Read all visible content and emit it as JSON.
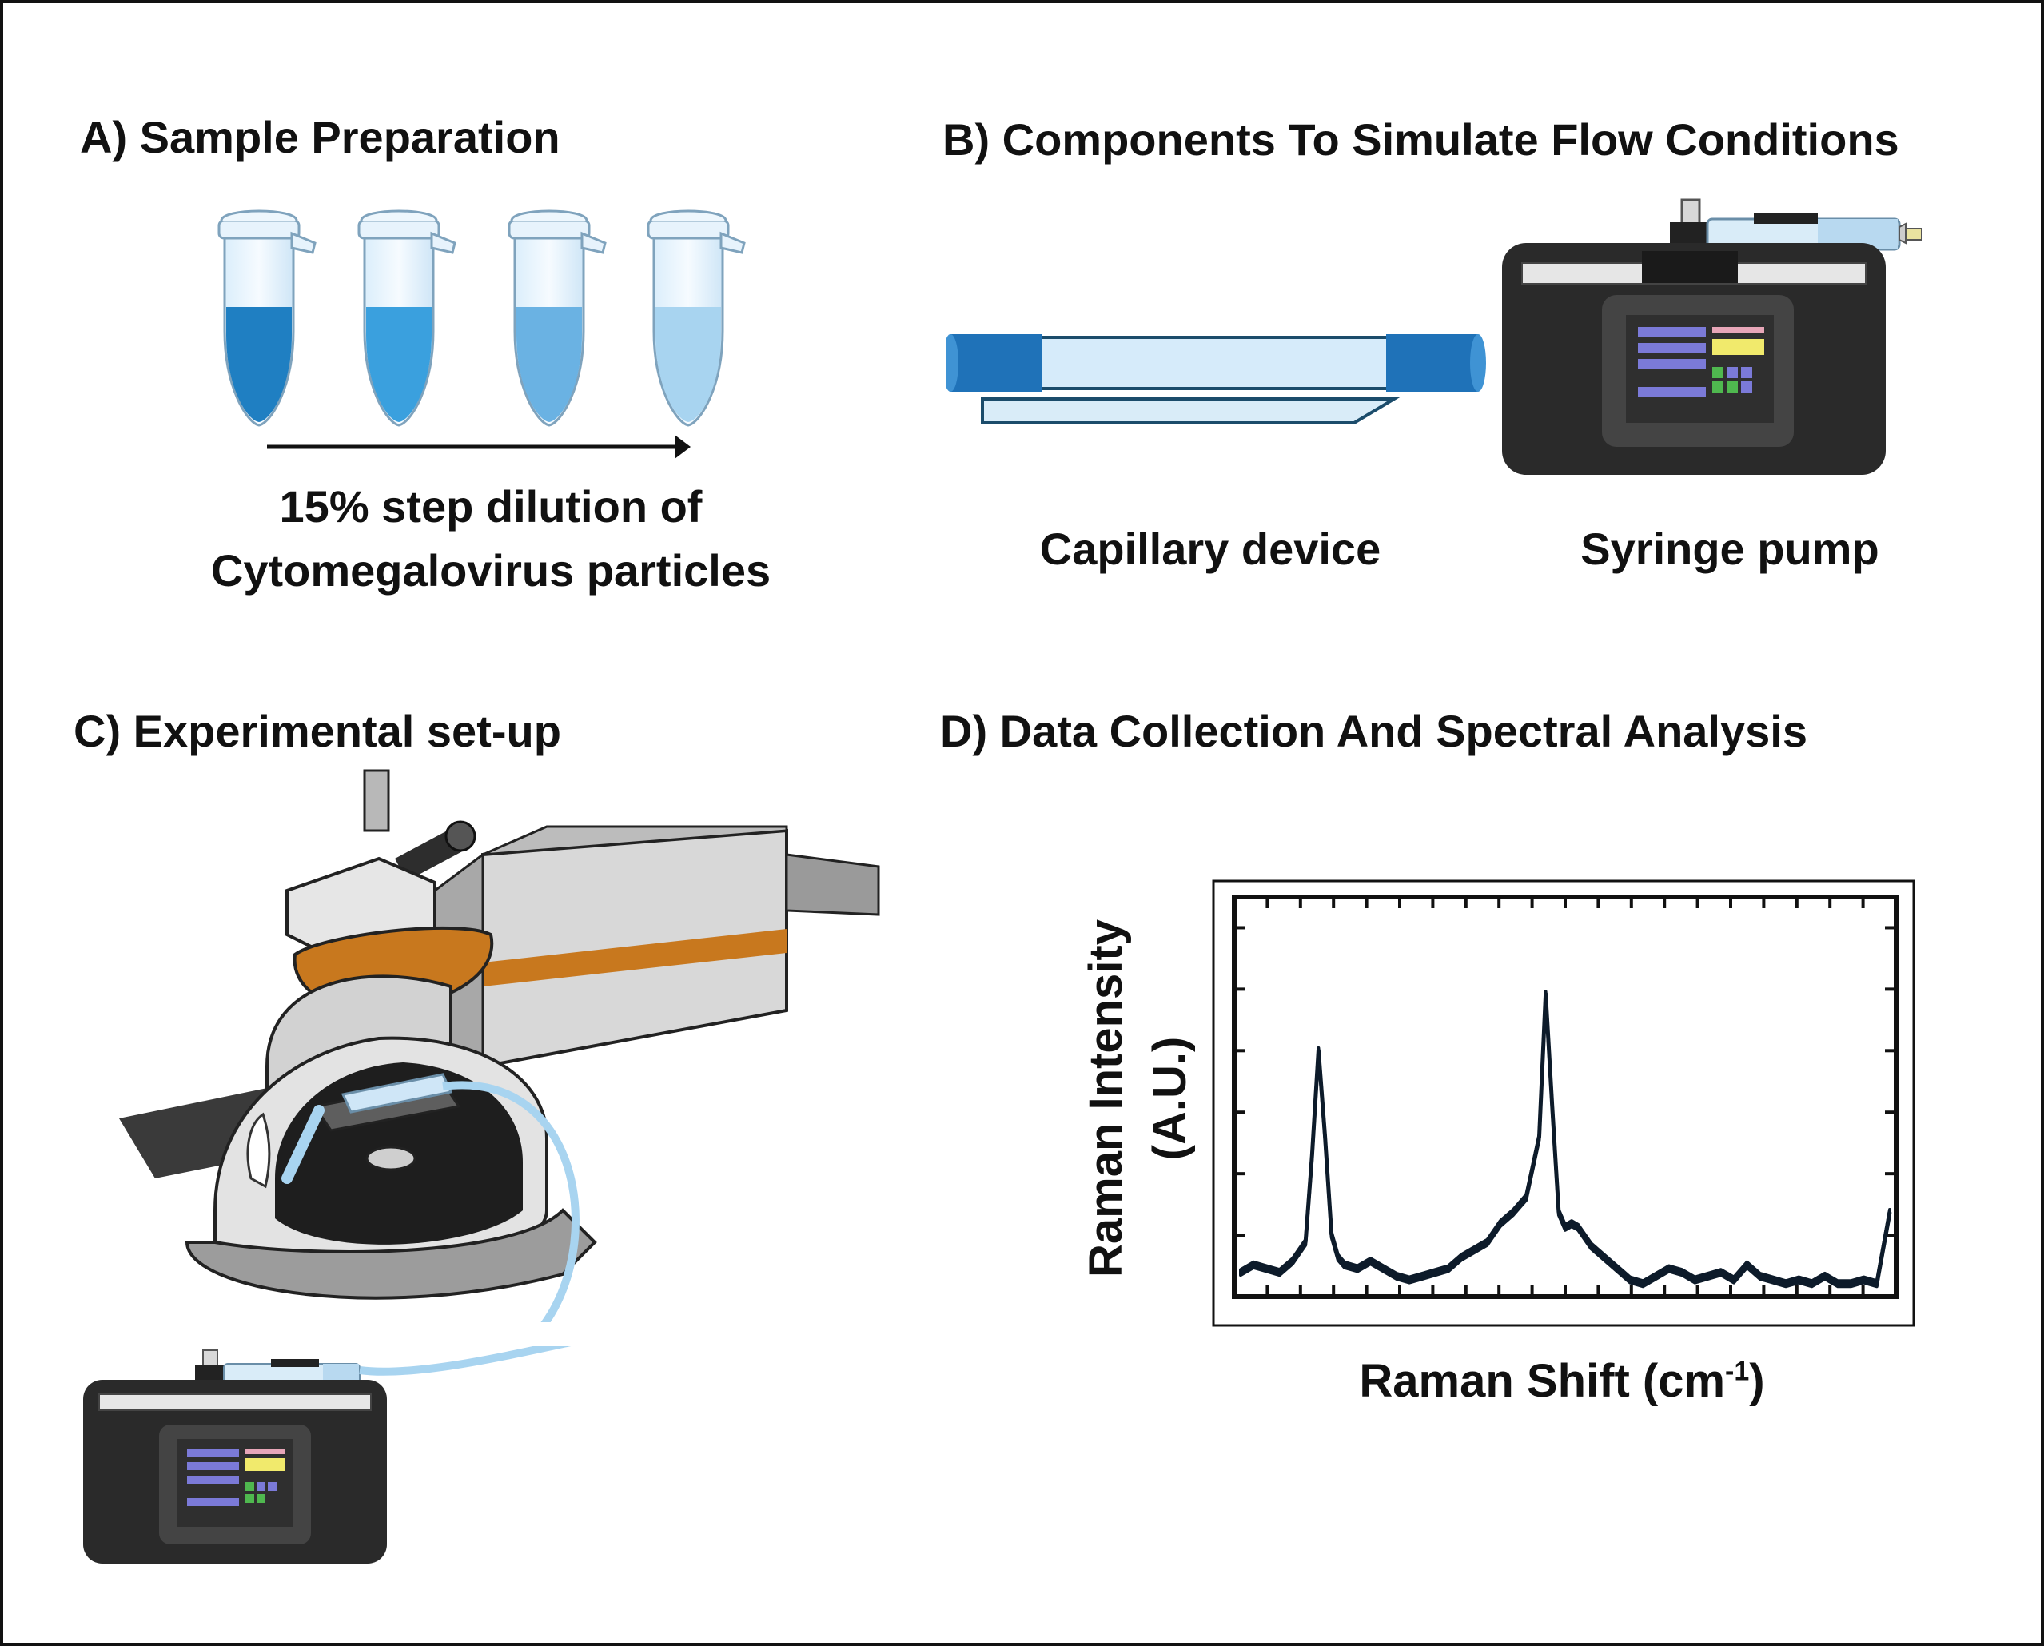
{
  "panels": {
    "a": {
      "title": "A) Sample Preparation",
      "caption_line1": "15% step dilution of",
      "caption_line2": "Cytomegalovirus particles",
      "tube_colors": [
        "#1f7fc2",
        "#3aa0de",
        "#6ab2e3",
        "#a8d4f0"
      ]
    },
    "b": {
      "title": "B) Components To Simulate Flow Conditions",
      "capillary_label": "Capillary device",
      "pump_label": "Syringe pump"
    },
    "c": {
      "title": "C) Experimental set-up"
    },
    "d": {
      "title": "D) Data Collection And Spectral Analysis",
      "ylabel_line1": "Raman Intensity",
      "ylabel_line2": "(A.U.)",
      "xlabel": "Raman Shift (cm",
      "xlabel_sup": "-1",
      "xlabel_end": ")"
    }
  },
  "colors": {
    "accent_blue": "#1f7fc2",
    "spectrum_fill": "#1d6fa5",
    "device_orange": "#c8781e",
    "pump_body": "#2a2a2a"
  },
  "chart_data": {
    "type": "line",
    "title": "",
    "xlabel": "Raman Shift (cm-1)",
    "ylabel": "Raman Intensity (A.U.)",
    "x_tick_labels": false,
    "y_tick_labels": false,
    "grid": false,
    "xlim": [
      0,
      100
    ],
    "ylim": [
      0,
      100
    ],
    "series": [
      {
        "x": [
          0,
          2,
          4,
          6,
          8,
          10,
          11,
          12,
          13,
          14,
          15,
          16,
          18,
          20,
          22,
          24,
          26,
          28,
          30,
          32,
          34,
          36,
          38,
          40,
          42,
          44,
          46,
          47,
          48,
          49,
          50,
          51,
          52,
          54,
          56,
          58,
          60,
          62,
          64,
          66,
          68,
          70,
          72,
          74,
          76,
          78,
          80,
          82,
          84,
          86,
          88,
          90,
          92,
          94,
          96,
          98,
          100
        ],
        "y": [
          4,
          6,
          5,
          4,
          7,
          12,
          35,
          63,
          40,
          14,
          8,
          6,
          5,
          7,
          5,
          3,
          2,
          3,
          4,
          5,
          8,
          10,
          12,
          17,
          20,
          24,
          40,
          78,
          48,
          20,
          16,
          17,
          16,
          11,
          8,
          5,
          2,
          1,
          3,
          5,
          4,
          2,
          3,
          4,
          2,
          6,
          3,
          2,
          1,
          2,
          1,
          3,
          1,
          1,
          2,
          1,
          20
        ]
      }
    ]
  }
}
